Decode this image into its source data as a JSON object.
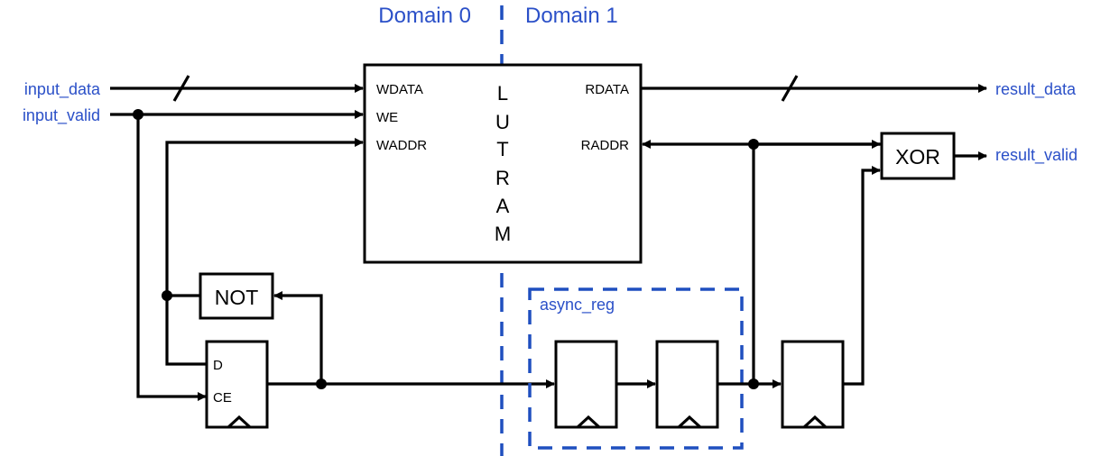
{
  "domains": {
    "left": "Domain 0",
    "right": "Domain 1"
  },
  "signals": {
    "input_data": "input_data",
    "input_valid": "input_valid",
    "result_data": "result_data",
    "result_valid": "result_valid"
  },
  "lutram": {
    "title_letters": [
      "L",
      "U",
      "T",
      "R",
      "A",
      "M"
    ],
    "ports_left": [
      "WDATA",
      "WE",
      "WADDR"
    ],
    "ports_right": [
      "RDATA",
      "RADDR"
    ]
  },
  "gates": {
    "not_label": "NOT",
    "xor_label": "XOR"
  },
  "flipflop_in": {
    "d_label": "D",
    "ce_label": "CE"
  },
  "async_reg": {
    "label": "async_reg"
  },
  "colors": {
    "domain_text": "#2b50c8",
    "divider": "#1f4fbf",
    "wire": "#000000"
  }
}
